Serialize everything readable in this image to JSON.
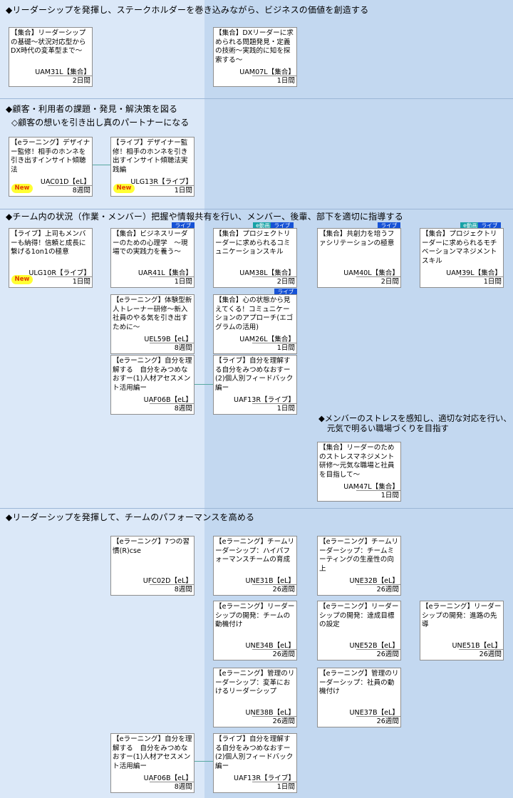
{
  "sections": {
    "s1": "◆リーダーシップを発揮し、ステークホルダーを巻き込みながら、ビジネスの価値を創造する",
    "s2": "◆顧客・利用者の課題・発見・解決策を図る",
    "s2_sub": "◇顧客の想いを引き出し真のパートナーになる",
    "s3": "◆チーム内の状況（作業・メンバー）把握や情報共有を行い、メンバー、後輩、部下を適切に指導する",
    "s3_sub_line1": "◆メンバーのストレスを感知し、適切な対応を行い、",
    "s3_sub_line2": "元気で明るい職場づくりを目指す",
    "s4": "◆リーダーシップを発揮して、チームのパフォーマンスを高める"
  },
  "labels": {
    "new": "New",
    "live": "ライブ",
    "edoga": "e動画"
  },
  "cards": [
    {
      "title": "【集合】リーダーシップの基礎～状況対応型からDX時代の変革型まで～",
      "code": "UAM31L【集合】",
      "duration": "2日間"
    },
    {
      "title": "【集合】DXリーダーに求められる問題発見・定義の技術～実践的に知を探索する～",
      "code": "UAM07L【集合】",
      "duration": "1日間"
    },
    {
      "title": "【eラーニング】デザイナー監修！相手のホンネを引き出すインサイト傾聴法",
      "code": "UAC01D【eL】",
      "duration": "8週間"
    },
    {
      "title": "【ライブ】デザイナー監修！相手のホンネを引き出すインサイト傾聴法実践編",
      "code": "ULG13R【ライブ】",
      "duration": "1日間"
    },
    {
      "title": "【ライブ】上司もメンバーも納得！信頼と成長に繋げる1on1の極意",
      "code": "ULG10R【ライブ】",
      "duration": "1日間"
    },
    {
      "title": "【集合】ビジネスリーダーのための心理学　～現場での実践力を養う～",
      "code": "UAR41L【集合】",
      "duration": "1日間"
    },
    {
      "title": "【集合】プロジェクトリーダーに求められるコミュニケーションスキル",
      "code": "UAM38L【集合】",
      "duration": "2日間"
    },
    {
      "title": "【集合】共創力を培うファシリテーションの極意",
      "code": "UAM40L【集合】",
      "duration": "2日間"
    },
    {
      "title": "【集合】プロジェクトリーダーに求められるモチベーションマネジメントスキル",
      "code": "UAM39L【集合】",
      "duration": "1日間"
    },
    {
      "title": "【eラーニング】体験型新人トレーナー研修～新入社員のやる気を引き出すために～",
      "code": "UEL59B【eL】",
      "duration": "8週間"
    },
    {
      "title": "【集合】心の状態から見えてくる！コミュニケーションのアプローチ(エゴグラムの活用)",
      "code": "UAM26L【集合】",
      "duration": "1日間"
    },
    {
      "title": "【eラーニング】自分を理解する　自分をみつめなおすー(1)人材アセスメント活用編ー",
      "code": "UAF06B【eL】",
      "duration": "8週間"
    },
    {
      "title": "【ライブ】自分を理解する自分をみつめなおすー(2)個人別フィードバック編ー",
      "code": "UAF13R【ライブ】",
      "duration": "1日間"
    },
    {
      "title": "【集合】リーダーのためのストレスマネジメント研修～元気な職場と社員を目指して～",
      "code": "UAM47L【集合】",
      "duration": "1日間"
    },
    {
      "title": "【eラーニング】7つの習慣(R)cse",
      "code": "UFC02D【eL】",
      "duration": "8週間"
    },
    {
      "title": "【eラーニング】チームリーダーシップ：ハイパフォーマンスチームの育成",
      "code": "UNE31B【eL】",
      "duration": "26週間"
    },
    {
      "title": "【eラーニング】チームリーダーシップ：チームミーティングの生産性の向上",
      "code": "UNE32B【eL】",
      "duration": "26週間"
    },
    {
      "title": "【eラーニング】リーダーシップの開発：チームの動機付け",
      "code": "UNE34B【eL】",
      "duration": "26週間"
    },
    {
      "title": "【eラーニング】リーダーシップの開発：達成目標の設定",
      "code": "UNE52B【eL】",
      "duration": "26週間"
    },
    {
      "title": "【eラーニング】リーダーシップの開発：進路の先導",
      "code": "UNE51B【eL】",
      "duration": "26週間"
    },
    {
      "title": "【eラーニング】管理のリーダーシップ：変革におけるリーダーシップ",
      "code": "UNE38B【eL】",
      "duration": "26週間"
    },
    {
      "title": "【eラーニング】管理のリーダーシップ：社員の動機付け",
      "code": "UNE37B【eL】",
      "duration": "26週間"
    },
    {
      "title": "【eラーニング】自分を理解する　自分をみつめなおすー(1)人材アセスメント活用編ー",
      "code": "UAF06B【eL】",
      "duration": "8週間"
    },
    {
      "title": "【ライブ】自分を理解する自分をみつめなおすー(2)個人別フィードバック編ー",
      "code": "UAF13R【ライブ】",
      "duration": "1日間"
    }
  ]
}
